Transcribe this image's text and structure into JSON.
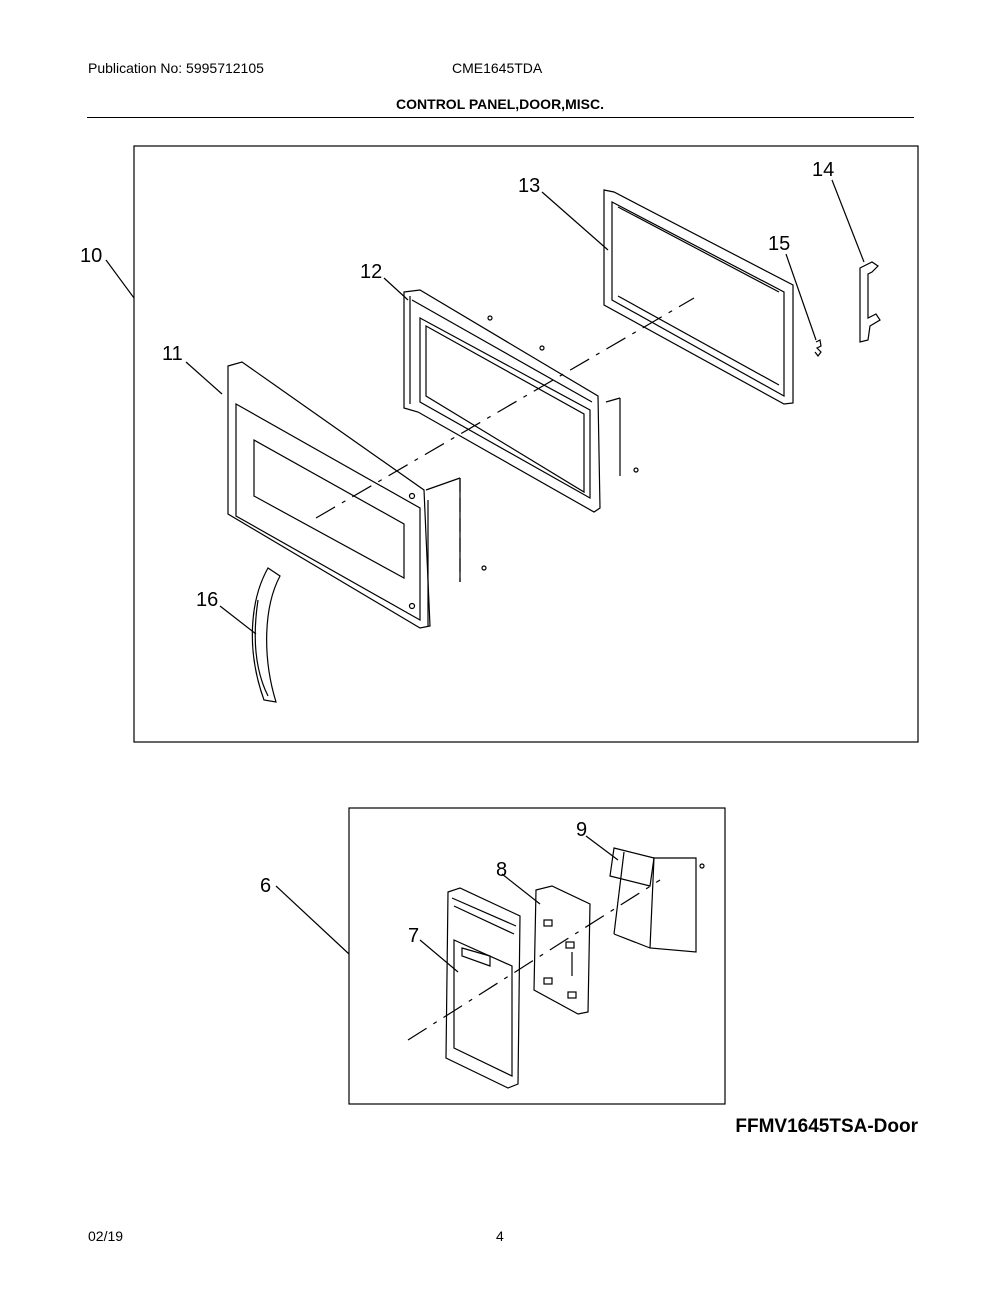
{
  "header": {
    "publication": "Publication No: 5995712105",
    "model": "CME1645TDA",
    "section_title": "CONTROL PANEL,DOOR,MISC."
  },
  "callouts": {
    "door": [
      "10",
      "11",
      "12",
      "13",
      "14",
      "15",
      "16"
    ],
    "control_panel": [
      "6",
      "7",
      "8",
      "9"
    ]
  },
  "model_label": "FFMV1645TSA-Door",
  "footer": {
    "date": "02/19",
    "page": "4"
  }
}
